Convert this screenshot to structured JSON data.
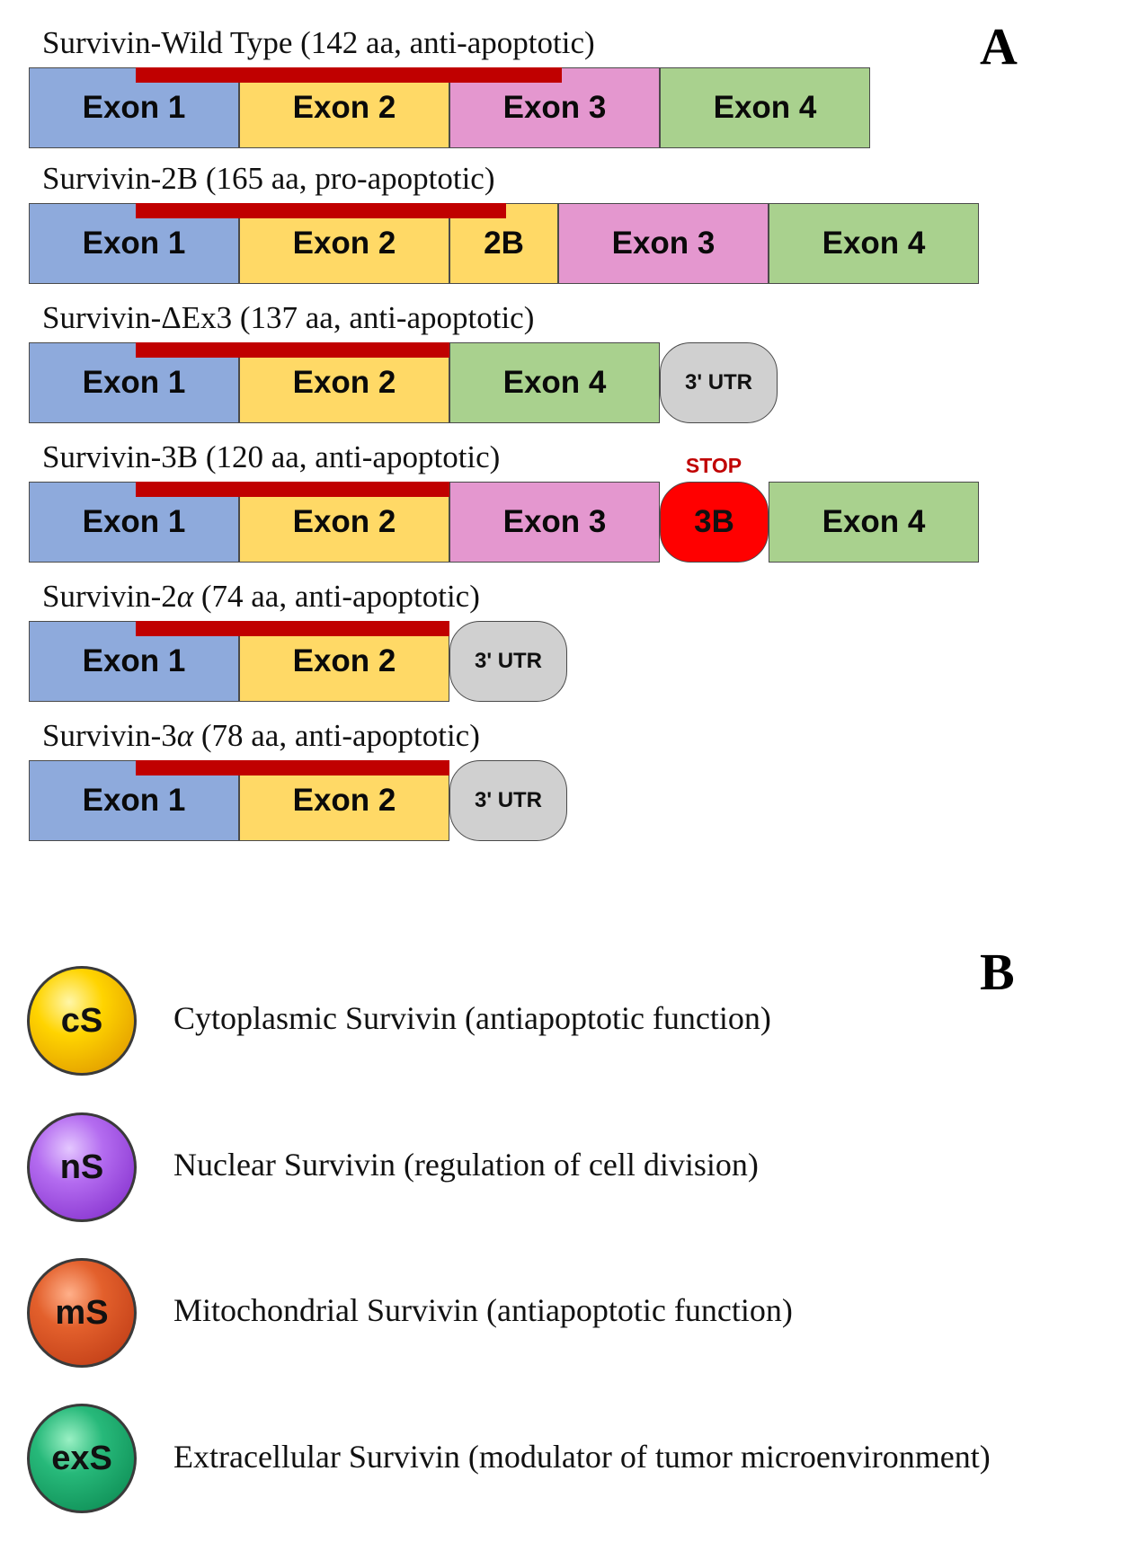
{
  "panel_a_label": "A",
  "panel_b_label": "B",
  "isoforms": [
    {
      "title_prefix": "Survivin-Wild Type (142 aa, anti-apoptotic)",
      "title_greek": "",
      "title_suffix": "",
      "segments": [
        "Exon 1",
        "Exon 2",
        "Exon 3",
        "Exon 4"
      ]
    },
    {
      "title_prefix": "Survivin-2B (165 aa, pro-apoptotic)",
      "title_greek": "",
      "title_suffix": "",
      "segments": [
        "Exon 1",
        "Exon 2",
        "2B",
        "Exon 3",
        "Exon 4"
      ]
    },
    {
      "title_prefix": "Survivin-ΔEx3 (137 aa, anti-apoptotic)",
      "title_greek": "",
      "title_suffix": "",
      "segments": [
        "Exon 1",
        "Exon 2",
        "Exon 4",
        "3' UTR"
      ]
    },
    {
      "title_prefix": "Survivin-3B (120 aa, anti-apoptotic)",
      "title_greek": "",
      "title_suffix": "",
      "segments": [
        "Exon 1",
        "Exon 2",
        "Exon 3",
        "3B",
        "Exon 4"
      ],
      "stop_label": "STOP"
    },
    {
      "title_prefix": "Survivin-2",
      "title_greek": "α",
      "title_suffix": " (74 aa, anti-apoptotic)",
      "segments": [
        "Exon 1",
        "Exon 2",
        "3' UTR"
      ]
    },
    {
      "title_prefix": "Survivin-3",
      "title_greek": "α",
      "title_suffix": " (78 aa, anti-apoptotic)",
      "segments": [
        "Exon 1",
        "Exon 2",
        "3' UTR"
      ]
    }
  ],
  "localizations": [
    {
      "abbr": "cS",
      "label": "Cytoplasmic Survivin (antiapoptotic function)",
      "color": "#ffd400"
    },
    {
      "abbr": "nS",
      "label": "Nuclear Survivin (regulation of cell division)",
      "color": "#a855e8"
    },
    {
      "abbr": "mS",
      "label": "Mitochondrial Survivin (antiapoptotic function)",
      "color": "#d9541f"
    },
    {
      "abbr": "exS",
      "label": "Extracellular Survivin (modulator of tumor microenvironment)",
      "color": "#1aa86a"
    }
  ],
  "colors": {
    "exon1": "#8eaadc",
    "exon2": "#ffd966",
    "exon3": "#e497cf",
    "exon4": "#a9d18e",
    "utr": "#d0d0d0",
    "exon3b": "#ff0000",
    "domain_bar": "#c00000"
  }
}
